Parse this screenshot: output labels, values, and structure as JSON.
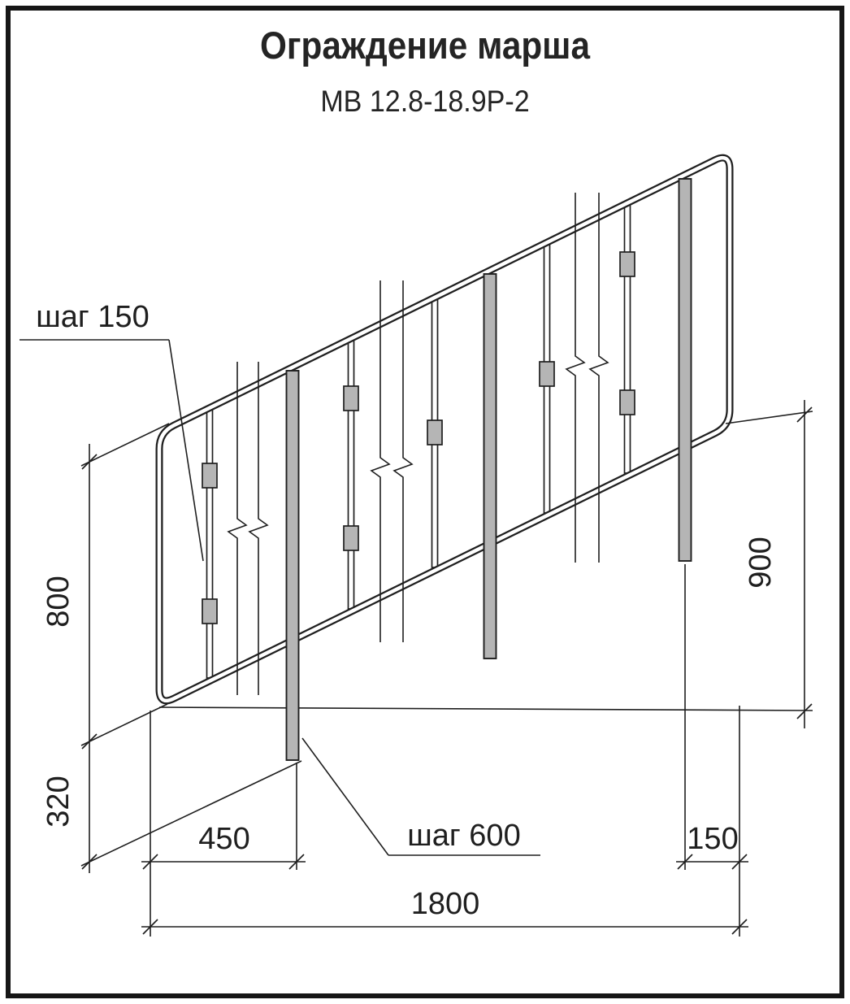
{
  "title": "Ограждение марша",
  "subtitle": "МВ 12.8-18.9Р-2",
  "colors": {
    "line": "#1f1f1f",
    "steel_fill": "#b5b5b5",
    "background": "#ffffff"
  },
  "dimensions": {
    "step_150": "шаг 150",
    "height_800": "800",
    "depth_320": "320",
    "width_450": "450",
    "step_600": "шаг 600",
    "width_150": "150",
    "width_1800": "1800",
    "height_900": "900"
  }
}
